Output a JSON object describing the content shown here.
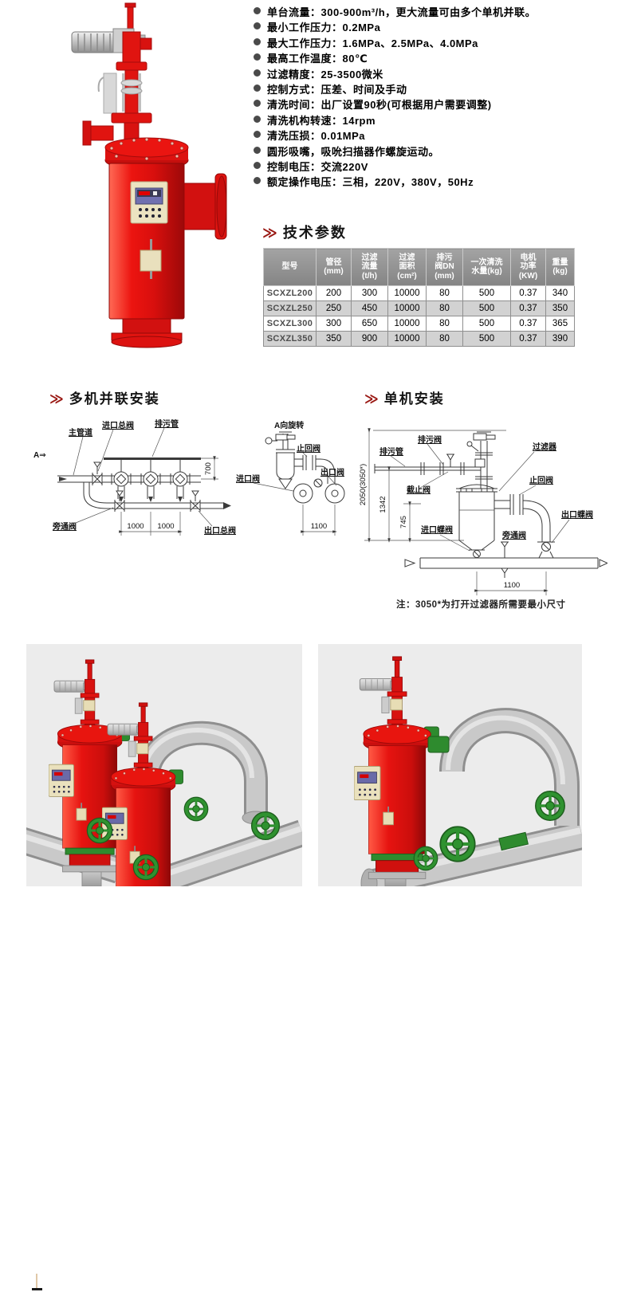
{
  "specs": {
    "items": [
      "单台流量：300-900m³/h，更大流量可由多个单机并联。",
      "最小工作压力：0.2MPa",
      "最大工作压力：1.6MPa、2.5MPa、4.0MPa",
      "最高工作温度：80℃",
      "过滤精度：25-3500微米",
      "控制方式：压差、时间及手动",
      "清洗时间：出厂设置90秒(可根据用户需要调整)",
      "清洗机构转速：14rpm",
      "清洗压损：0.01MPa",
      "圆形吸嘴，吸吮扫描器作螺旋运动。",
      "控制电压：交流220V",
      "额定操作电压：三相，220V，380V，50Hz"
    ]
  },
  "tech_params": {
    "chevron": "≫",
    "heading": "技术参数",
    "table": {
      "columns": [
        [
          "型号"
        ],
        [
          "管径",
          "(mm)"
        ],
        [
          "过滤",
          "流量",
          "(t/h)"
        ],
        [
          "过滤",
          "面积",
          "(cm²)"
        ],
        [
          "排污",
          "阀DN",
          "(mm)"
        ],
        [
          "一次清洗",
          "水量(kg)"
        ],
        [
          "电机",
          "功率",
          "(KW)"
        ],
        [
          "重量",
          "(kg)"
        ]
      ],
      "rows": [
        [
          "SCXZL200",
          "200",
          "300",
          "10000",
          "80",
          "500",
          "0.37",
          "340"
        ],
        [
          "SCXZL250",
          "250",
          "450",
          "10000",
          "80",
          "500",
          "0.37",
          "350"
        ],
        [
          "SCXZL300",
          "300",
          "650",
          "10000",
          "80",
          "500",
          "0.37",
          "365"
        ],
        [
          "SCXZL350",
          "350",
          "900",
          "10000",
          "80",
          "500",
          "0.37",
          "390"
        ]
      ]
    }
  },
  "multi_install": {
    "chevron": "≫",
    "heading": "多机并联安装",
    "labels": {
      "view_arrow": "A⇒",
      "main_pipe": "主管道",
      "inlet_main_valve": "进口总阀",
      "drain_pipe": "排污管",
      "bypass_valve": "旁通阀",
      "outlet_main_valve": "出口总阀",
      "rotate_view": "A向旋转",
      "check_valve": "止回阀",
      "inlet_valve": "进口阀",
      "outlet_valve": "出口阀"
    },
    "dims": {
      "d700": "700",
      "d1000a": "1000",
      "d1000b": "1000",
      "d1100": "1100"
    }
  },
  "single_install": {
    "chevron": "≫",
    "heading": "单机安装",
    "labels": {
      "drain_valve": "排污阀",
      "drain_pipe": "排污管",
      "stop_valve": "截止阀",
      "filter": "过滤器",
      "check_valve": "止回阀",
      "outlet_butterfly_valve": "出口蝶阀",
      "inlet_butterfly_valve": "进口蝶阀",
      "bypass_valve": "旁通阀"
    },
    "dims": {
      "overall": "2050(3050*)",
      "d1342": "1342",
      "d745": "745",
      "d1100": "1100"
    },
    "note": "注：3050*为打开过滤器所需要最小尺寸"
  },
  "colors": {
    "accent_red": "#e01410",
    "chevron_red": "#991712",
    "table_header_bg": "#8f8f8f",
    "row_alt_bg": "#d2d2d2",
    "photo_panel_bg": "#ececec",
    "pipe_gray": "#c7c7c7",
    "valve_green": "#2e8b2e",
    "panel_beige": "#ece3c1"
  }
}
